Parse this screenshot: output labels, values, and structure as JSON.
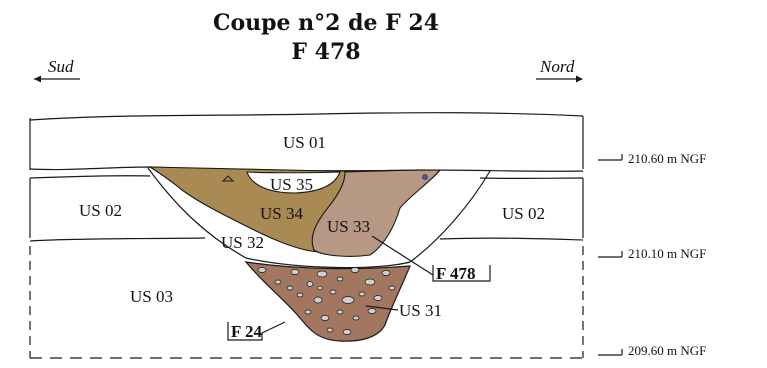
{
  "title": {
    "line1": "Coupe n°2 de F 24",
    "line2": "F 478"
  },
  "orientation": {
    "left": "Sud",
    "right": "Nord"
  },
  "units": {
    "us01": "US 01",
    "us02_left": "US 02",
    "us02_right": "US 02",
    "us03": "US 03",
    "us31": "US 31",
    "us32": "US 32",
    "us33": "US 33",
    "us34": "US 34",
    "us35": "US 35"
  },
  "features": {
    "f478": "F 478",
    "f24": "F 24"
  },
  "elevations": [
    "210.60 m NGF",
    "210.10 m NGF",
    "209.60 m NGF"
  ],
  "colors": {
    "us34_fill": "#a98a53",
    "us33_fill": "#b79884",
    "us31_fill": "#a37660",
    "pebble_fill": "#cfcfcf",
    "dot_fill": "#3a63a8"
  }
}
